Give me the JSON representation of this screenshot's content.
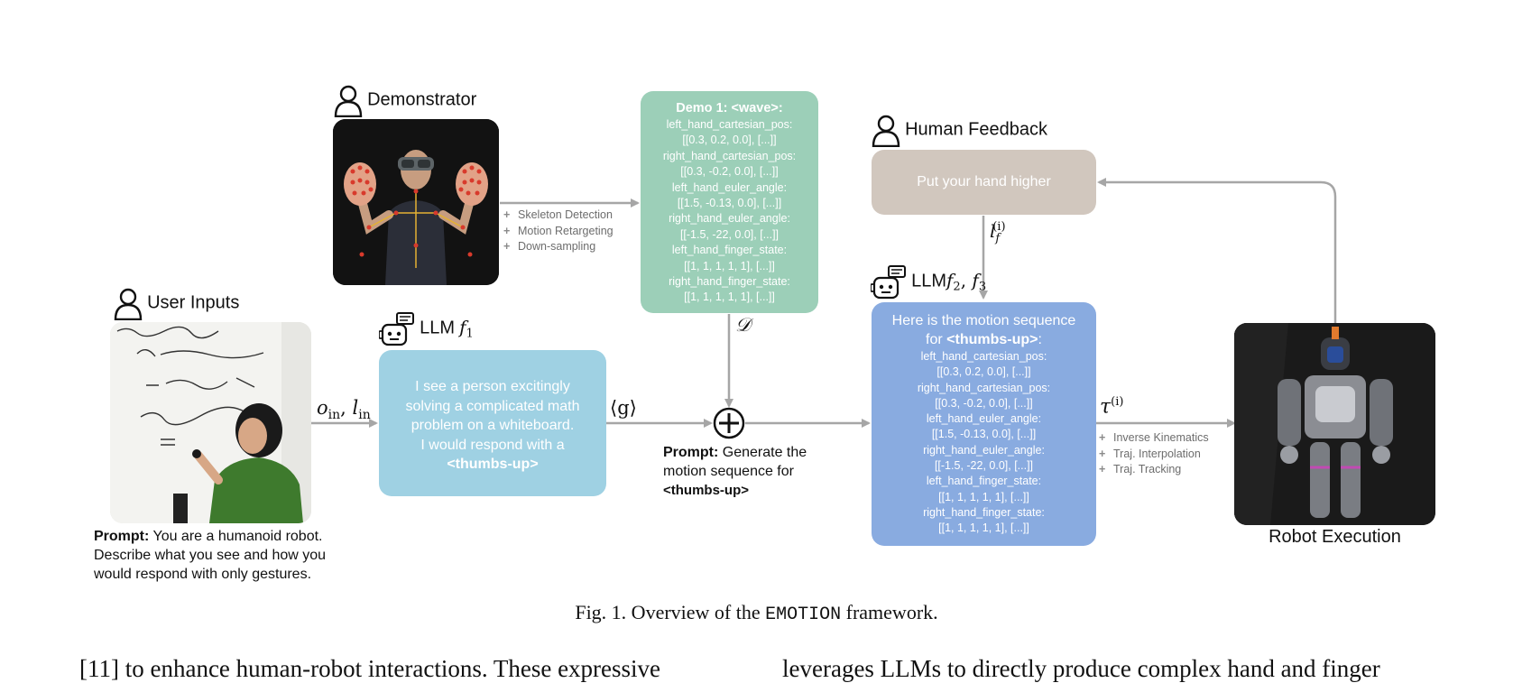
{
  "labels": {
    "demonstrator": "Demonstrator",
    "user_inputs": "User Inputs",
    "human_feedback": "Human Feedback",
    "llm1_prefix": "LLM",
    "llm1_math": "f",
    "llm1_sub": "1",
    "llm23_prefix": "LLM",
    "llm23_math": "f",
    "llm23_sub2": "2",
    "llm23_sep": ", ",
    "llm23_math2": "f",
    "llm23_sub3": "3",
    "robot_execution": "Robot Execution"
  },
  "demo_box": {
    "heading": "Demo 1: <wave>:",
    "lines": [
      "left_hand_cartesian_pos:",
      "[[0.3, 0.2, 0.0], [...]]",
      "right_hand_cartesian_pos:",
      "[[0.3, -0.2, 0.0], [...]]",
      "left_hand_euler_angle:",
      "[[1.5, -0.13, 0.0], [...]]",
      "right_hand_euler_angle:",
      "[[-1.5, -22, 0.0], [...]]",
      "left_hand_finger_state:",
      "[[1, 1, 1, 1, 1], [...]]",
      "right_hand_finger_state:",
      "[[1, 1, 1, 1, 1], [...]]"
    ]
  },
  "preprocess_steps": [
    "Skeleton Detection",
    "Motion Retargeting",
    "Down-sampling"
  ],
  "teal_box": {
    "lines": [
      "I see a person excitingly",
      "solving a complicated math",
      "problem on a whiteboard.",
      "I would respond with a"
    ],
    "bold": "<thumbs-up>"
  },
  "feedback_box": {
    "text": "Put your hand higher"
  },
  "blue_box": {
    "heading1": "Here is the motion sequence",
    "heading2_prefix": "for ",
    "heading2_bold": "<thumbs-up>",
    "heading2_suffix": ":",
    "lines": [
      "left_hand_cartesian_pos:",
      "[[0.3, 0.2, 0.0], [...]]",
      "right_hand_cartesian_pos:",
      "[[0.3, -0.2, 0.0], [...]]",
      "left_hand_euler_angle:",
      "[[1.5, -0.13, 0.0], [...]]",
      "right_hand_euler_angle:",
      "[[-1.5, -22, 0.0], [...]]",
      "left_hand_finger_state:",
      "[[1, 1, 1, 1, 1], [...]]",
      "right_hand_finger_state:",
      "[[1, 1, 1, 1, 1], [...]]"
    ]
  },
  "control_steps": [
    "Inverse Kinematics",
    "Traj. Interpolation",
    "Traj. Tracking"
  ],
  "symbols": {
    "o_in": "o",
    "in_sub": "in",
    "comma": ", ",
    "l_in": "l",
    "g": "⟨g⟩",
    "D": "𝒟",
    "l": "l",
    "f_sub": "f",
    "i_sup": "(i)",
    "tau": "τ",
    "tau_sup": "(i)"
  },
  "prompt_user": {
    "bold": "Prompt:",
    "text1": " You are a humanoid robot.",
    "text2": "Describe what you see and how you",
    "text3": "would respond with only gestures."
  },
  "prompt_mid": {
    "bold": "Prompt:",
    "text1": " Generate the",
    "text2": "motion sequence for",
    "bold2": "<thumbs-up>"
  },
  "caption": {
    "prefix": "Fig. 1.   Overview of the ",
    "mono": "EMOTION",
    "suffix": " framework."
  },
  "body_text": {
    "left": "[11] to enhance human-robot interactions. These expressive",
    "right": "leverages LLMs to directly produce complex hand and finger"
  },
  "colors": {
    "demo_box": "#9ccfb8",
    "teal_box": "#9fd1e3",
    "feedback_box": "#d1c7be",
    "blue_box": "#89abe0",
    "arrow": "#a6a6a6"
  }
}
